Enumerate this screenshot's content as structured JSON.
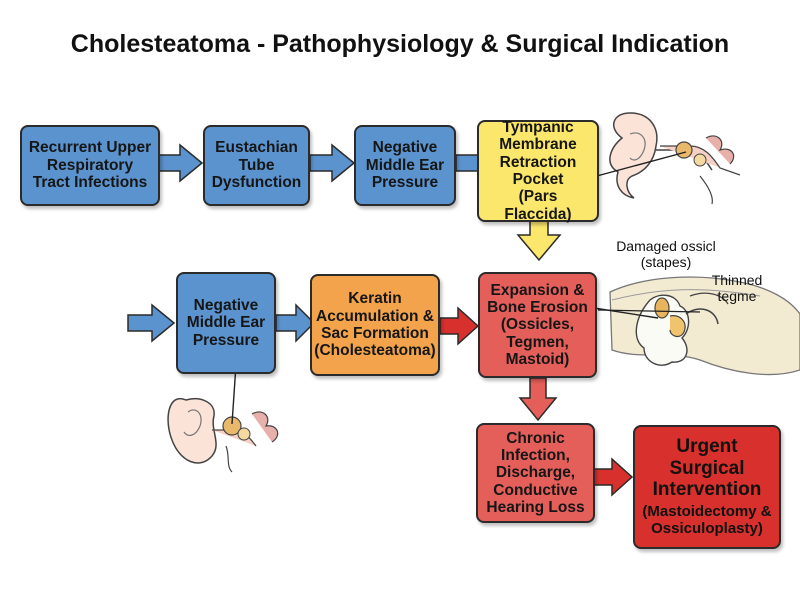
{
  "title": "Cholesteatoma - Pathophysiology & Surgical Indication",
  "nodes": {
    "recurrent_uri": "Recurrent Upper\nRespiratory\nTract Infections",
    "eustachian": "Eustachian\nTube\nDysfunction",
    "negative_pressure_top": "Negative\nMiddle Ear\nPressure",
    "retraction_pocket": "Tympanic\nMembrane\nRetraction\nPocket\n(Pars Flaccida)",
    "negative_pressure_bottom": "Negative\nMiddle Ear\nPressure",
    "keratin": "Keratin\nAccumulation &\nSac Formation\n(Cholesteatoma)",
    "expansion": "Expansion &\nBone Erosion\n(Ossicles,\nTegmen,\nMastoid)",
    "chronic": "Chronic\nInfection,\nDischarge,\nConductive\nHearing Loss",
    "surgery_title": "Urgent Surgical\nIntervention",
    "surgery_sub": "(Mastoidectomy &\nOssiculoplasty)"
  },
  "callouts": {
    "ossicle": "Damaged ossicl\n(stapes)",
    "tegmen": "Thinned\ntegme"
  },
  "colors": {
    "blue": "#5b93cf",
    "yellow": "#fbe76b",
    "orange": "#f2a34b",
    "red": "#e45e5a",
    "urgent": "#d8302c"
  }
}
